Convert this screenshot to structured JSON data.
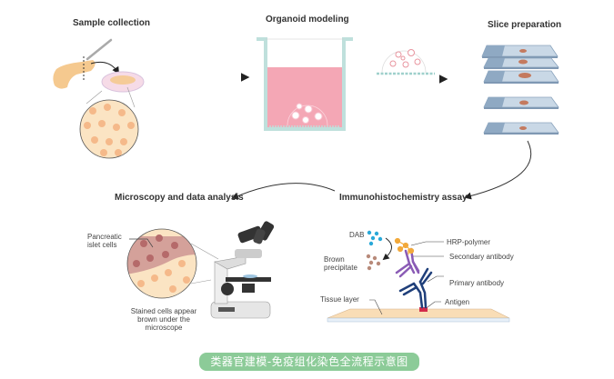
{
  "stages": {
    "sample_collection": "Sample collection",
    "organoid_modeling": "Organoid modeling",
    "slice_preparation": "Slice preparation",
    "ihc_assay": "Immunohistochemistry assay",
    "microscopy": "Microscopy and data analysis"
  },
  "microscopy_labels": {
    "islet_cells": "Pancreatic\nislet cells",
    "stained_note_1": "Stained cells appear",
    "stained_note_2": "brown under the",
    "stained_note_3": "microscope"
  },
  "ihc_labels": {
    "dab": "DAB",
    "brown_precipitate_1": "Brown",
    "brown_precipitate_2": "precipitate",
    "hrp_polymer": "HRP-polymer",
    "secondary_antibody": "Secondary antibody",
    "primary_antibody": "Primary antibody",
    "antigen": "Antigen",
    "tissue_layer": "Tissue layer"
  },
  "colors": {
    "banner": "#8ccb98",
    "tissue": "#f5c98f",
    "medium": "#f4a7b5",
    "well": "#bfe0dc",
    "slide": "#a9bfd6",
    "stain": "#c47a5f",
    "dab": "#29a8d8",
    "hrp": "#f2a93b",
    "secondary": "#8a5bb5",
    "primary": "#1f3f7a",
    "antigen": "#d22a4a"
  },
  "banner": {
    "text": "类器官建模-免疫组化染色全流程示意图"
  }
}
